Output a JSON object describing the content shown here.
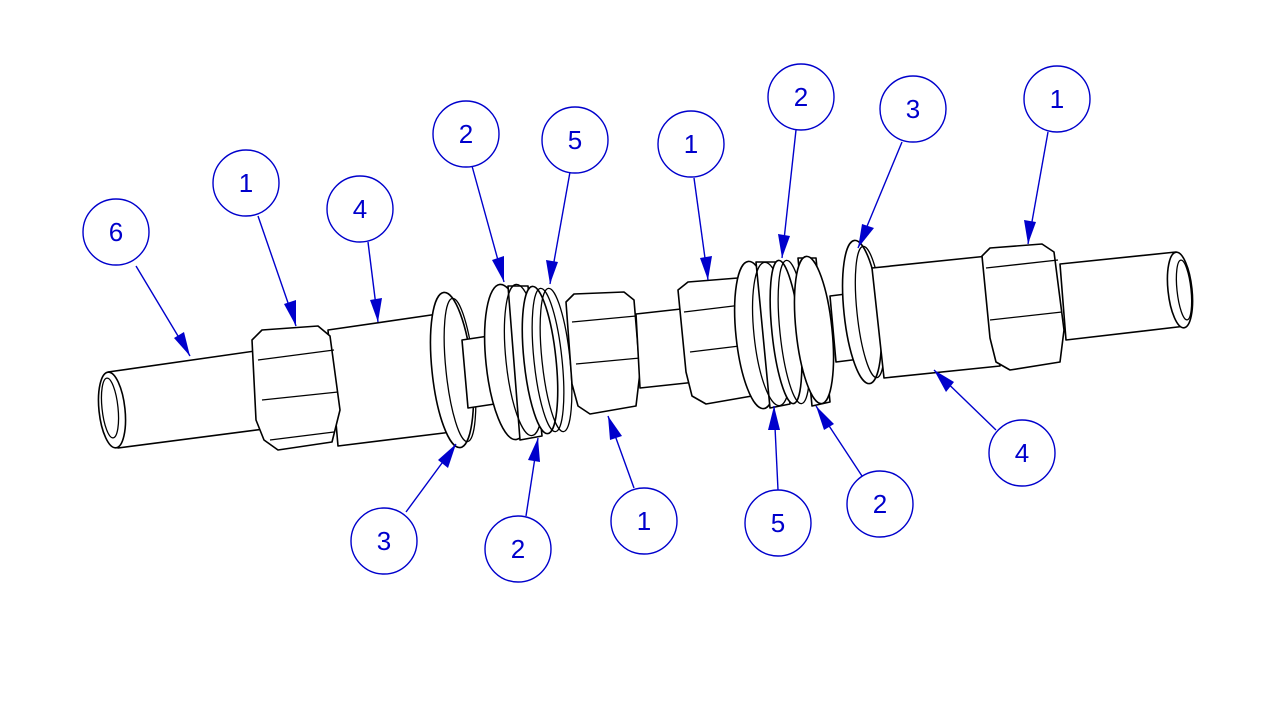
{
  "colors": {
    "balloon": "#0000cc",
    "outline": "#000000",
    "background": "#ffffff"
  },
  "balloons": [
    {
      "id": "b-6",
      "label": "6"
    },
    {
      "id": "b-1a",
      "label": "1"
    },
    {
      "id": "b-4a",
      "label": "4"
    },
    {
      "id": "b-2a",
      "label": "2"
    },
    {
      "id": "b-5a",
      "label": "5"
    },
    {
      "id": "b-1b",
      "label": "1"
    },
    {
      "id": "b-2b",
      "label": "2"
    },
    {
      "id": "b-3b",
      "label": "3"
    },
    {
      "id": "b-1c",
      "label": "1"
    },
    {
      "id": "b-3a",
      "label": "3"
    },
    {
      "id": "b-2c",
      "label": "2"
    },
    {
      "id": "b-1d",
      "label": "1"
    },
    {
      "id": "b-5b",
      "label": "5"
    },
    {
      "id": "b-2d",
      "label": "2"
    },
    {
      "id": "b-4b",
      "label": "4"
    }
  ]
}
